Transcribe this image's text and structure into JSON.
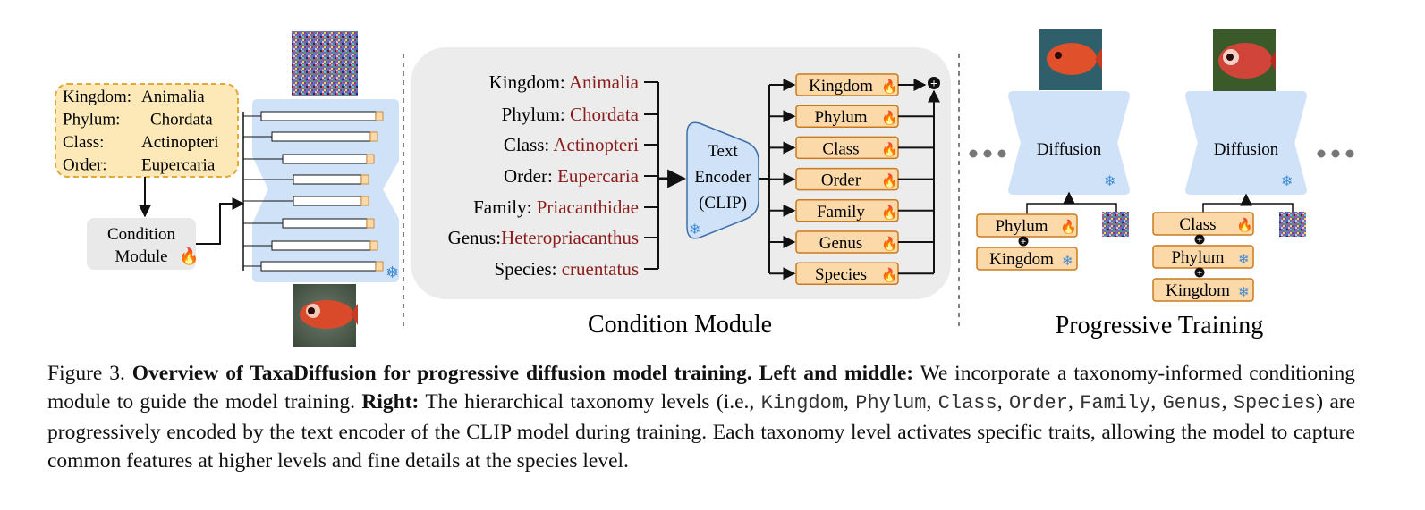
{
  "left": {
    "taxa": [
      {
        "rank": "Kingdom:",
        "value": "Animalia"
      },
      {
        "rank": "Phylum:",
        "value": "Chordata"
      },
      {
        "rank": "Class:",
        "value": "Actinopteri"
      },
      {
        "rank": "Order:",
        "value": "Eupercaria"
      }
    ],
    "condition_module": [
      "Condition",
      "Module"
    ]
  },
  "middle": {
    "taxa": [
      {
        "rank": "Kingdom:",
        "value": "Animalia"
      },
      {
        "rank": "Phylum:",
        "value": "Chordata"
      },
      {
        "rank": "Class:",
        "value": "Actinopteri"
      },
      {
        "rank": "Order:",
        "value": "Eupercaria"
      },
      {
        "rank": "Family:",
        "value": "Priacanthidae"
      },
      {
        "rank": "Genus:",
        "value": "Heteropriacanthus"
      },
      {
        "rank": "Species:",
        "value": "cruentatus"
      }
    ],
    "encoder": [
      "Text",
      "Encoder",
      "(CLIP)"
    ],
    "levels": [
      "Kingdom",
      "Phylum",
      "Class",
      "Order",
      "Family",
      "Genus",
      "Species"
    ],
    "section_title": "Condition Module"
  },
  "right": {
    "diffusion_label": "Diffusion",
    "stack1": [
      "Phylum",
      "Kingdom"
    ],
    "stack2": [
      "Class",
      "Phylum",
      "Kingdom"
    ],
    "section_title": "Progressive Training"
  },
  "caption": {
    "fig": "Figure 3.",
    "bold1": "Overview of TaxaDiffusion for progressive diffusion model training. Left and middle:",
    "t1": "We incorporate a taxonomy-informed conditioning module to guide the model training.",
    "bold2": "Right:",
    "t2": "The hierarchical taxonomy levels (i.e.,",
    "c_kingdom": "Kingdom",
    "c_phylum": "Phylum",
    "c_class": "Class",
    "c_order": "Order",
    "c_family": "Family",
    "c_genus": "Genus",
    "c_species": "Species",
    "t3": ") are progressively encoded by the text encoder of the CLIP model during training. Each taxonomy level activates specific traits, allowing the model to capture common features at higher levels and fine details at the species level."
  },
  "colors": {
    "taxon_red": "#8b1a1a",
    "orange_fill": "#fbd9a8",
    "orange_stroke": "#c97a1f",
    "blue_fill": "#cfe2f7",
    "grey_fill": "#ececec",
    "snow_blue": "#3d8ad6"
  }
}
